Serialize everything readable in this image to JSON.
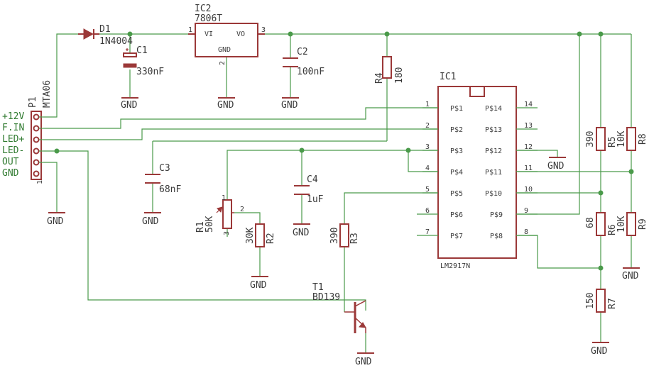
{
  "connector": {
    "name": "P1",
    "value": "MTA06",
    "pins": [
      "+12V",
      "F.IN",
      "LED+",
      "LED-",
      "OUT",
      "GND"
    ],
    "pin1": "1"
  },
  "d1": {
    "name": "D1",
    "value": "1N4004"
  },
  "ic2": {
    "name": "IC2",
    "value": "7806T",
    "vi": "VI",
    "vo": "VO",
    "gnd": "GND",
    "pin_in": "1",
    "pin_out": "3",
    "pin_gnd": "2"
  },
  "c1": {
    "name": "C1",
    "value": "330nF"
  },
  "c2": {
    "name": "C2",
    "value": "100nF"
  },
  "c3": {
    "name": "C3",
    "value": "68nF"
  },
  "c4": {
    "name": "C4",
    "value": "1uF"
  },
  "r1": {
    "name": "R1",
    "value": "50K",
    "pin1": "1",
    "pin2": "2",
    "pin3": "3"
  },
  "r2": {
    "name": "R2",
    "value": "30K"
  },
  "r3": {
    "name": "R3",
    "value": "390"
  },
  "r4": {
    "name": "R4",
    "value": "180"
  },
  "r5": {
    "name": "R5",
    "value": "390"
  },
  "r6": {
    "name": "R6",
    "value": "68"
  },
  "r7": {
    "name": "R7",
    "value": "150"
  },
  "r8": {
    "name": "R8",
    "value": "10K"
  },
  "r9": {
    "name": "R9",
    "value": "10K"
  },
  "t1": {
    "name": "T1",
    "value": "BD139"
  },
  "ic1": {
    "name": "IC1",
    "value": "LM2917N",
    "left_pins": [
      {
        "num": "1",
        "label": "P$1"
      },
      {
        "num": "2",
        "label": "P$2"
      },
      {
        "num": "3",
        "label": "P$3"
      },
      {
        "num": "4",
        "label": "P$4"
      },
      {
        "num": "5",
        "label": "P$5"
      },
      {
        "num": "6",
        "label": "P$6"
      },
      {
        "num": "7",
        "label": "P$7"
      }
    ],
    "right_pins": [
      {
        "num": "14",
        "label": "P$14"
      },
      {
        "num": "13",
        "label": "P$13"
      },
      {
        "num": "12",
        "label": "P$12"
      },
      {
        "num": "11",
        "label": "P$11"
      },
      {
        "num": "10",
        "label": "P$10"
      },
      {
        "num": "9",
        "label": "P$9"
      },
      {
        "num": "8",
        "label": "P$8"
      }
    ]
  },
  "gnd_label": "GND"
}
